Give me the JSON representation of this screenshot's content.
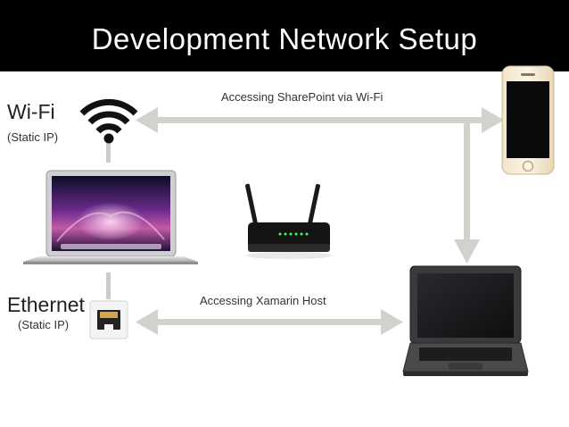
{
  "header": {
    "title": "Development Network Setup"
  },
  "labels": {
    "wifi": "Wi-Fi",
    "wifi_note": "(Static IP)",
    "ethernet": "Ethernet",
    "ethernet_note": "(Static IP)",
    "arrow_top": "Accessing SharePoint via Wi-Fi",
    "arrow_bottom": "Accessing Xamarin Host"
  },
  "colors": {
    "title_bar": "#000000",
    "title_text": "#ffffff",
    "arrow": "#d2d2cc",
    "connector": "#cccccc"
  },
  "icons": [
    "wifi-icon",
    "macbook-laptop",
    "router",
    "ethernet-port-icon",
    "iphone",
    "dell-laptop"
  ]
}
